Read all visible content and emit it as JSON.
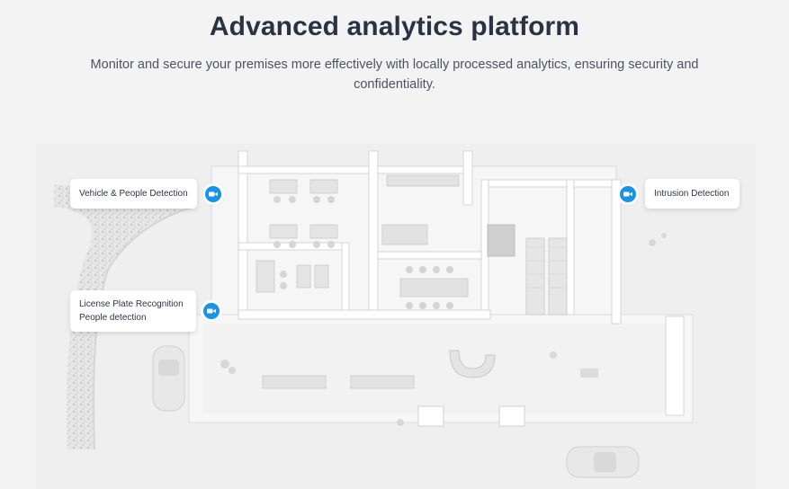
{
  "header": {
    "title": "Advanced analytics platform",
    "subtitle": "Monitor and secure your premises more effectively with locally processed analytics, ensuring security and confidentiality."
  },
  "callouts": {
    "vehicle_people": "Vehicle & People Detection",
    "license_plate_line1": "License Plate Recognition",
    "license_plate_line2": "People detection",
    "intrusion": "Intrusion Detection"
  },
  "icons": {
    "camera": "video-camera-icon"
  },
  "colors": {
    "accent": "#1793e8",
    "title": "#2a3344",
    "background": "#f3f3f4"
  }
}
